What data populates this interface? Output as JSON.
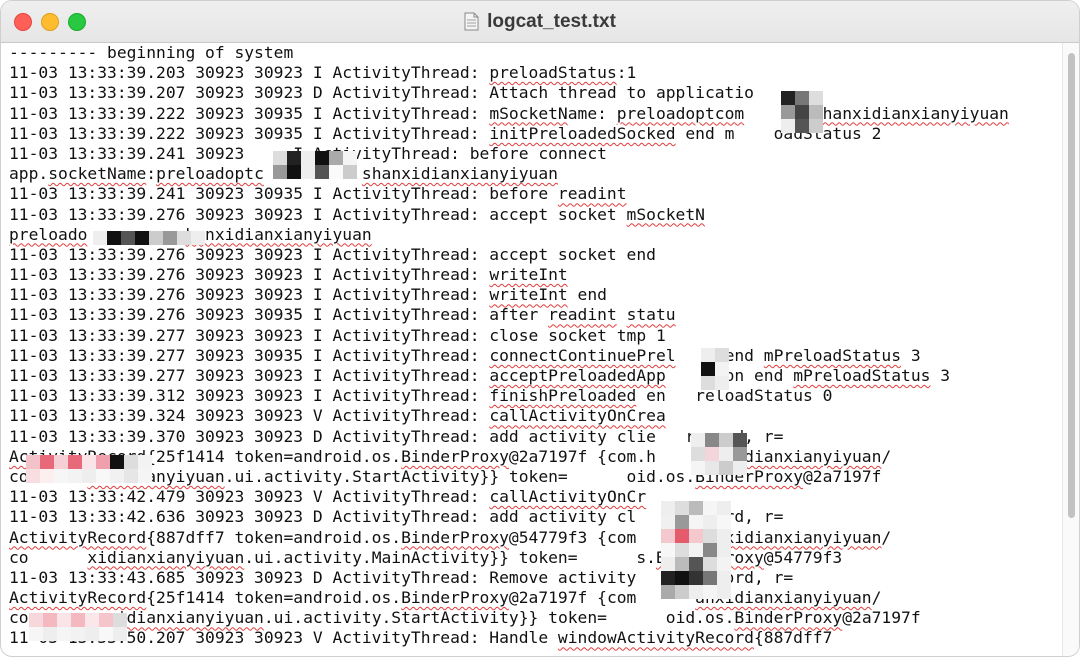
{
  "window": {
    "title": "logcat_test.txt",
    "colors": {
      "close": "#fe5f57",
      "minimize": "#febc2e",
      "maximize": "#28c840",
      "spellcheck": "#e23c3c"
    }
  },
  "log": {
    "lines": [
      "--------- beginning of system",
      "11-03 13:33:39.203 30923 30923 I ActivityThread: preloadStatus:1",
      "11-03 13:33:39.207 30923 30923 D ActivityThread: Attach thread to applicatio",
      "11-03 13:33:39.222 30923 30935 I ActivityThread: mSocketName: preloadoptcom      .shanxidianxianyiyuan",
      "11-03 13:33:39.222 30923 30935 I ActivityThread: initPreloadedSocked end m    oadStatus 2",
      "11-03 13:33:39.241 30923     I ActivityThread: before connect",
      "app.socketName:preloadoptc          shanxidianxianyiyuan",
      "11-03 13:33:39.241 30923 30935 I ActivityThread: before readint",
      "11-03 13:33:39.276 30923 30923 I ActivityThread: accept socket mSocketN",
      "preloado          hanxidianxianyiyuan",
      "11-03 13:33:39.276 30923 30923 I ActivityThread: accept socket end",
      "11-03 13:33:39.276 30923 30923 I ActivityThread: writeInt",
      "11-03 13:33:39.276 30923 30923 I ActivityThread: writeInt end",
      "11-03 13:33:39.276 30923 30935 I ActivityThread: after readint statu",
      "11-03 13:33:39.277 30923 30923 I ActivityThread: close socket tmp 1",
      "11-03 13:33:39.277 30923 30935 I ActivityThread: connectContinuePrel     end mPreloadStatus 3",
      "11-03 13:33:39.277 30923 30923 I ActivityThread: acceptPreloadedApp    tion end mPreloadStatus 3",
      "11-03 13:33:39.312 30923 30923 I ActivityThread: finishPreloaded en   reloadStatus 0",
      "11-03 13:33:39.324 30923 30923 V ActivityThread: callActivityOnCrea",
      "11-03 13:33:39.370 30923 30923 D ActivityThread: add activity clie   record, r=",
      "ActivityRecord{25f1414 token=android.os.BinderProxy@2a7197f {com.h     anxidianxianyiyuan/",
      "co      dianxianyiyuan.ui.activity.StartActivity}} token=      oid.os.BinderProxy@2a7197f",
      "11-03 13:33:42.479 30923 30923 V ActivityThread: callActivityOnCr",
      "11-03 13:33:42.636 30923 30923 D ActivityThread: add activity cl     record, r=",
      "ActivityRecord{887dff7 token=android.os.BinderProxy@54779f3 {com    .shanxidianxianyiyuan/",
      "co      xidianxianyiyuan.ui.activity.MainActivity}} token=      s.BinderProxy@54779f3",
      "11-03 13:33:43.685 30923 30923 D ActivityThread: Remove activity      record, r=",
      "ActivityRecord{25f1414 token=android.os.BinderProxy@2a7197f {com      anxidianxianyiyuan/",
      "co      anxidianxianyiyuan.ui.activity.StartActivity}} token=      oid.os.BinderProxy@2a7197f",
      "11-03 13:33:50.207 30923 30923 V ActivityThread: Handle windowActivityRecord{887dff7"
    ]
  }
}
